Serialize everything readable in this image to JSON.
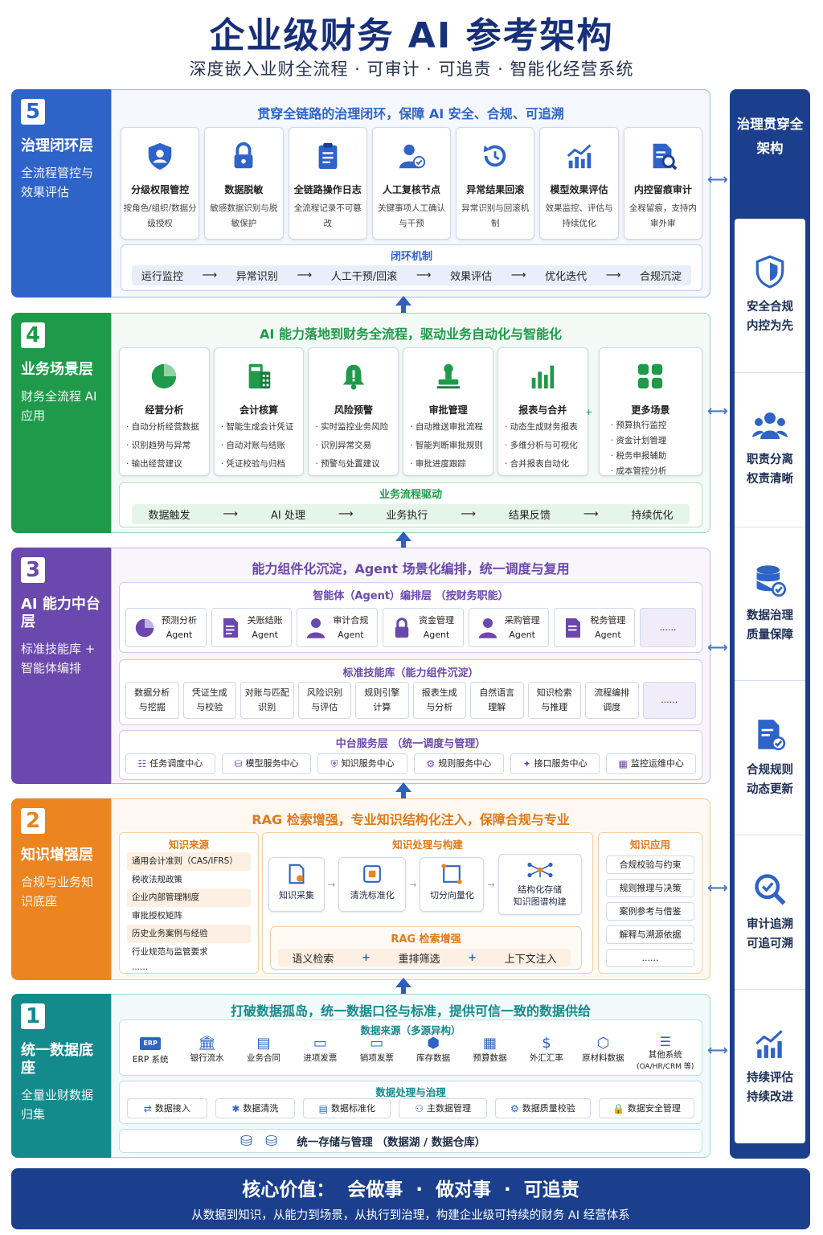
{
  "title": "企业级财务 AI 参考架构",
  "subtitle": "深度嵌入业财全流程 · 可审计 · 可追责 · 智能化经营系统",
  "colors": {
    "navy": "#1b3f8c",
    "l5": "#2e63c8",
    "l4": "#1f9a4a",
    "l3": "#6a48ad",
    "l2": "#ec8420",
    "l1": "#138a8c"
  },
  "layer5": {
    "num": "5",
    "name": "治理闭环层",
    "desc": "全流程管控与效果评估",
    "head": "贯穿全链路的治理闭环，保障 AI 安全、合规、可追溯",
    "cards": [
      {
        "icon": "shield-user-icon",
        "title": "分级权限管控",
        "desc": "按角色/组织/数据分级授权"
      },
      {
        "icon": "lock-icon",
        "title": "数据脱敏",
        "desc": "敏感数据识别与脱敏保护"
      },
      {
        "icon": "clipboard-icon",
        "title": "全链路操作日志",
        "desc": "全流程记录不可篡改"
      },
      {
        "icon": "user-check-icon",
        "title": "人工复核节点",
        "desc": "关键事项人工确认与干预"
      },
      {
        "icon": "rollback-icon",
        "title": "异常结果回滚",
        "desc": "异常识别与回滚机制"
      },
      {
        "icon": "chart-up-icon",
        "title": "模型效果评估",
        "desc": "效果监控、评估与持续优化"
      },
      {
        "icon": "doc-search-icon",
        "title": "内控留痕审计",
        "desc": "全程留痕，支持内审外审"
      }
    ],
    "loop_title": "闭环机制",
    "loop": [
      "运行监控",
      "异常识别",
      "人工干预/回滚",
      "效果评估",
      "优化迭代",
      "合规沉淀"
    ]
  },
  "layer4": {
    "num": "4",
    "name": "业务场景层",
    "desc": "财务全流程 AI 应用",
    "head": "AI 能力落地到财务全流程，驱动业务自动化与智能化",
    "cards": [
      {
        "icon": "pie-icon",
        "title": "经营分析",
        "items": [
          "· 自动分析经营数据",
          "· 识别趋势与异常",
          "· 输出经营建议"
        ]
      },
      {
        "icon": "calculator-icon",
        "title": "会计核算",
        "items": [
          "· 智能生成会计凭证",
          "· 自动对账与结账",
          "· 凭证校验与归档"
        ]
      },
      {
        "icon": "bell-icon",
        "title": "风险预警",
        "items": [
          "· 实时监控业务风险",
          "· 识别异常交易",
          "· 预警与处置建议"
        ]
      },
      {
        "icon": "stamp-icon",
        "title": "审批管理",
        "items": [
          "· 自动推送审批流程",
          "· 智能判断审批规则",
          "· 审批进度跟踪"
        ]
      },
      {
        "icon": "bar-chart-icon",
        "title": "报表与合并",
        "items": [
          "· 动态生成财务报表",
          "· 多维分析与可视化",
          "· 合并报表自动化"
        ]
      },
      {
        "icon": "grid-icon",
        "title": "更多场景",
        "items": [
          "· 预算执行监控",
          "· 资金计划管理",
          "· 税务申报辅助",
          "· 成本管控分析"
        ]
      }
    ],
    "flow_title": "业务流程驱动",
    "flow": [
      "数据触发",
      "AI 处理",
      "业务执行",
      "结果反馈",
      "持续优化"
    ]
  },
  "layer3": {
    "num": "3",
    "name": "AI 能力中台层",
    "desc": "标准技能库 + 智能体编排",
    "head": "能力组件化沉淀，Agent 场景化编排，统一调度与复用",
    "agent_title": "智能体（Agent）编排层 （按财务职能）",
    "agents": [
      {
        "icon": "pie-icon",
        "l1": "预测分析",
        "l2": "Agent"
      },
      {
        "icon": "doc-icon",
        "l1": "关账结账",
        "l2": "Agent"
      },
      {
        "icon": "user-icon",
        "l1": "审计合规",
        "l2": "Agent"
      },
      {
        "icon": "lock-icon",
        "l1": "资金管理",
        "l2": "Agent"
      },
      {
        "icon": "user-icon",
        "l1": "采购管理",
        "l2": "Agent"
      },
      {
        "icon": "doc-icon",
        "l1": "税务管理",
        "l2": "Agent"
      }
    ],
    "more": "......",
    "skill_title": "标准技能库（能力组件沉淀）",
    "skills": [
      [
        "数据分析",
        "与挖掘"
      ],
      [
        "凭证生成",
        "与校验"
      ],
      [
        "对账与匹配",
        "识别"
      ],
      [
        "风险识别",
        "与评估"
      ],
      [
        "规则引擎",
        "计算"
      ],
      [
        "报表生成",
        "与分析"
      ],
      [
        "自然语言",
        "理解"
      ],
      [
        "知识检索",
        "与推理"
      ],
      [
        "流程编排",
        "调度"
      ]
    ],
    "svc_title": "中台服务层 （统一调度与管理）",
    "services": [
      "任务调度中心",
      "模型服务中心",
      "知识服务中心",
      "规则服务中心",
      "接口服务中心",
      "监控运维中心"
    ]
  },
  "layer2": {
    "num": "2",
    "name": "知识增强层",
    "desc": "合规与业务知识底座",
    "head": "RAG 检索增强，专业知识结构化注入，保障合规与专业",
    "src_title": "知识来源",
    "sources": [
      "通用会计准则（CAS/IFRS）",
      "税收法规政策",
      "企业内部管理制度",
      "审批授权矩阵",
      "历史业务案例与经验",
      "行业规范与监管要求",
      "......"
    ],
    "proc_title": "知识处理与构建",
    "proc": [
      [
        "知识采集",
        ""
      ],
      [
        "清洗标准化",
        ""
      ],
      [
        "切分向量化",
        ""
      ],
      [
        "结构化存储",
        "知识图谱构建"
      ]
    ],
    "rag_title": "RAG 检索增强",
    "rag": [
      "语义检索",
      "重排筛选",
      "上下文注入"
    ],
    "app_title": "知识应用",
    "apps": [
      "合规校验与约束",
      "规则推理与决策",
      "案例参考与借鉴",
      "解释与溯源依据",
      "......"
    ]
  },
  "layer1": {
    "num": "1",
    "name": "统一数据底座",
    "desc": "全量业财数据归集",
    "head": "打破数据孤岛，统一数据口径与标准，提供可信一致的数据供给",
    "src_title": "数据来源（多源异构）",
    "sources": [
      {
        "l1": "ERP 系统",
        "l2": ""
      },
      {
        "l1": "银行流水",
        "l2": ""
      },
      {
        "l1": "业务合同",
        "l2": ""
      },
      {
        "l1": "进项发票",
        "l2": ""
      },
      {
        "l1": "销项发票",
        "l2": ""
      },
      {
        "l1": "库存数据",
        "l2": ""
      },
      {
        "l1": "预算数据",
        "l2": ""
      },
      {
        "l1": "外汇汇率",
        "l2": ""
      },
      {
        "l1": "原材料数据",
        "l2": ""
      },
      {
        "l1": "其他系统",
        "l2": "(OA/HR/CRM 等)"
      }
    ],
    "proc_title": "数据处理与治理",
    "proc": [
      "数据接入",
      "数据清洗",
      "数据标准化",
      "主数据管理",
      "数据质量校验",
      "数据安全管理"
    ],
    "storage": "统一存储与管理 （数据湖 / 数据仓库）"
  },
  "right": {
    "title": "治理贯穿全架构",
    "items": [
      [
        "安全合规",
        "内控为先"
      ],
      [
        "职责分离",
        "权责清晰"
      ],
      [
        "数据治理",
        "质量保障"
      ],
      [
        "合规规则",
        "动态更新"
      ],
      [
        "审计追溯",
        "可追可溯"
      ],
      [
        "持续评估",
        "持续改进"
      ]
    ]
  },
  "footer": {
    "title": "核心价值：  会做事  ·  做对事  ·  可追责",
    "sub": "从数据到知识，从能力到场景，从执行到治理，构建企业级可持续的财务 AI 经营体系"
  }
}
